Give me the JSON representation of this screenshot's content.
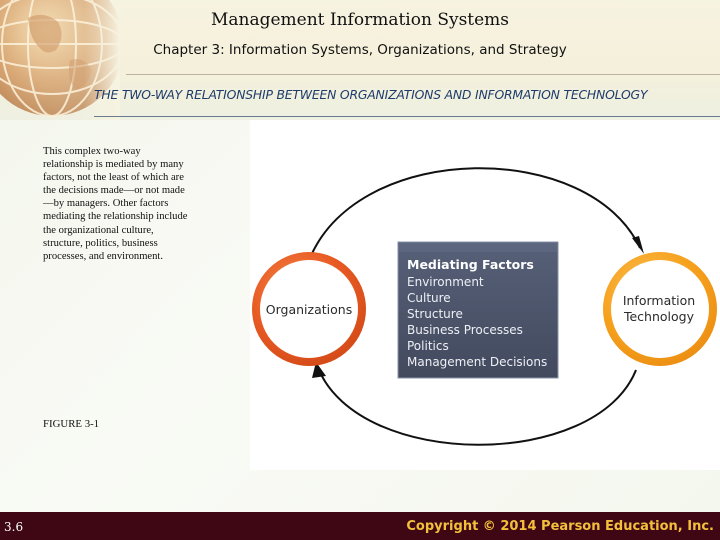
{
  "header": {
    "title": "Management Information Systems",
    "subtitle": "Chapter 3: Information Systems, Organizations, and Strategy"
  },
  "heading": "THE TWO-WAY RELATIONSHIP BETWEEN ORGANIZATIONS AND INFORMATION TECHNOLOGY",
  "caption": "This complex two-way relationship is mediated by many factors, not the least of which are the decisions made—or not made—by managers. Other factors mediating the relationship include the organizational culture, structure, politics, business processes, and environment.",
  "figure_label": "FIGURE 3-1",
  "diagram": {
    "left_node": "Organizations",
    "right_node_line1": "Information",
    "right_node_line2": "Technology",
    "mediating_title": "Mediating Factors",
    "factors": [
      "Environment",
      "Culture",
      "Structure",
      "Business Processes",
      "Politics",
      "Management Decisions"
    ]
  },
  "footer": {
    "slide_number": "3.6",
    "copyright": "Copyright © 2014 Pearson Education, Inc."
  },
  "colors": {
    "footer_bg": "#3f0714",
    "copyright_text": "#f2c03a",
    "heading_text": "#1e3c6b",
    "organizations_circle": "#e85a24",
    "information_technology_circle": "#f6a21e",
    "mediating_box": "#4b5368"
  },
  "icons": [
    "globe-icon",
    "arrow-icon"
  ]
}
